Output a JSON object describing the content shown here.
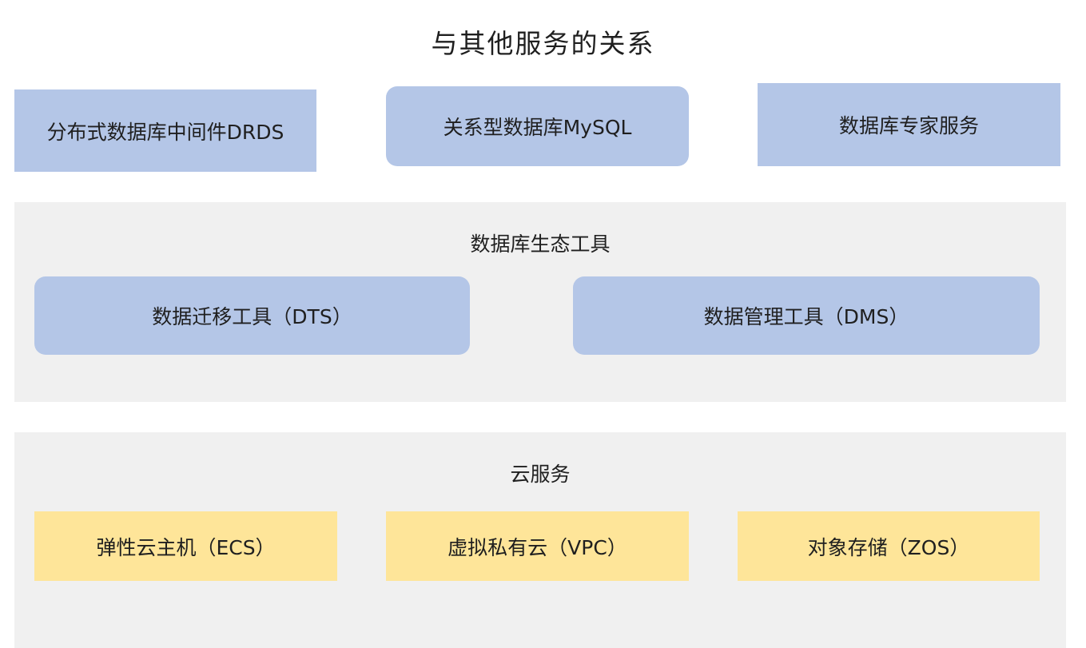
{
  "title": "与其他服务的关系",
  "top_services": [
    "分布式数据库中间件DRDS",
    "关系型数据库MySQL",
    "数据库专家服务"
  ],
  "ecosystem": {
    "title": "数据库生态工具",
    "items": [
      "数据迁移工具（DTS）",
      "数据管理工具（DMS）"
    ]
  },
  "cloud": {
    "title": "云服务",
    "items": [
      "弹性云主机（ECS）",
      "虚拟私有云（VPC）",
      "对象存储（ZOS）"
    ]
  },
  "colors": {
    "blue_box": "#b4c6e7",
    "yellow_box": "#fee599",
    "panel_bg": "#f0f0f0"
  }
}
